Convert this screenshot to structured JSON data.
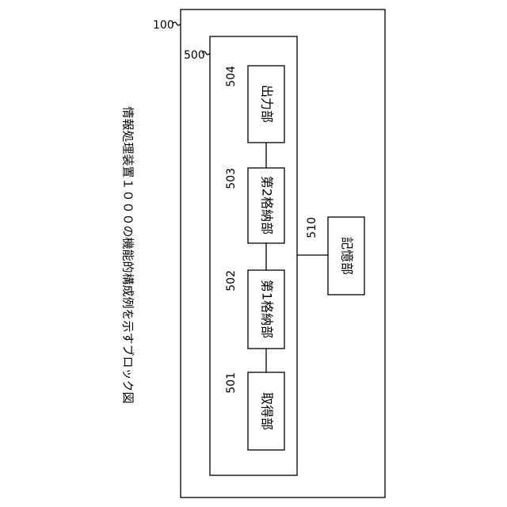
{
  "caption": "情報処理装置１０００の機能的構成例を示すブロック図",
  "device": {
    "ref": "100"
  },
  "module": {
    "ref": "500"
  },
  "blocks": [
    {
      "ref": "504",
      "label": "出力部"
    },
    {
      "ref": "503",
      "label": "第2格納部"
    },
    {
      "ref": "502",
      "label": "第1格納部"
    },
    {
      "ref": "501",
      "label": "取得部"
    }
  ],
  "storage": {
    "ref": "510",
    "label": "記憶部"
  }
}
